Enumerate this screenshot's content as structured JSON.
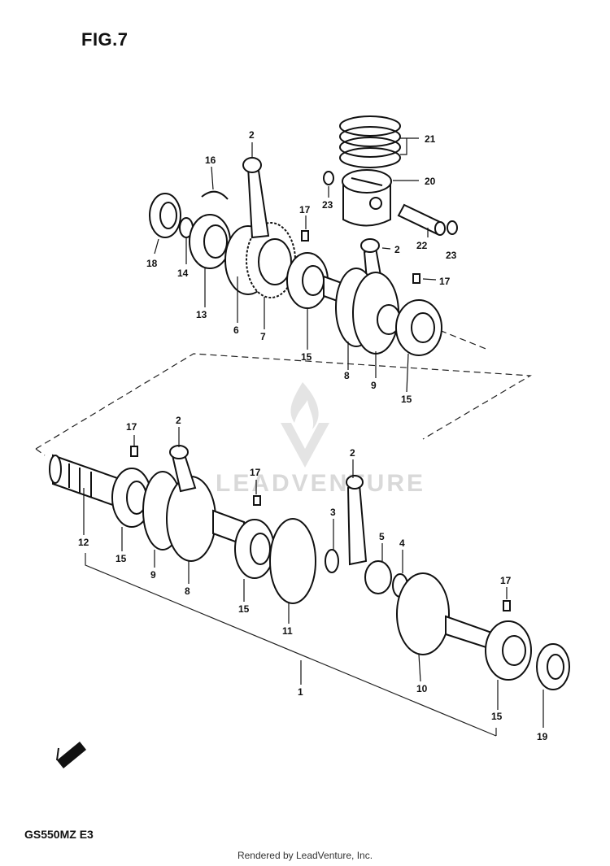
{
  "figure_title": "FIG.7",
  "model_code": "GS550MZ  E3",
  "footer": "Rendered by LeadVenture, Inc.",
  "watermark": "LEADVENTURE",
  "callouts": [
    "21",
    "20",
    "2",
    "16",
    "23",
    "17",
    "22",
    "23",
    "18",
    "14",
    "2",
    "17",
    "13",
    "6",
    "7",
    "15",
    "8",
    "9",
    "15",
    "17",
    "2",
    "12",
    "17",
    "2",
    "3",
    "5",
    "4",
    "15",
    "9",
    "8",
    "15",
    "11",
    "17",
    "10",
    "1",
    "15",
    "19"
  ],
  "icons": [
    "arrow-front-icon"
  ]
}
